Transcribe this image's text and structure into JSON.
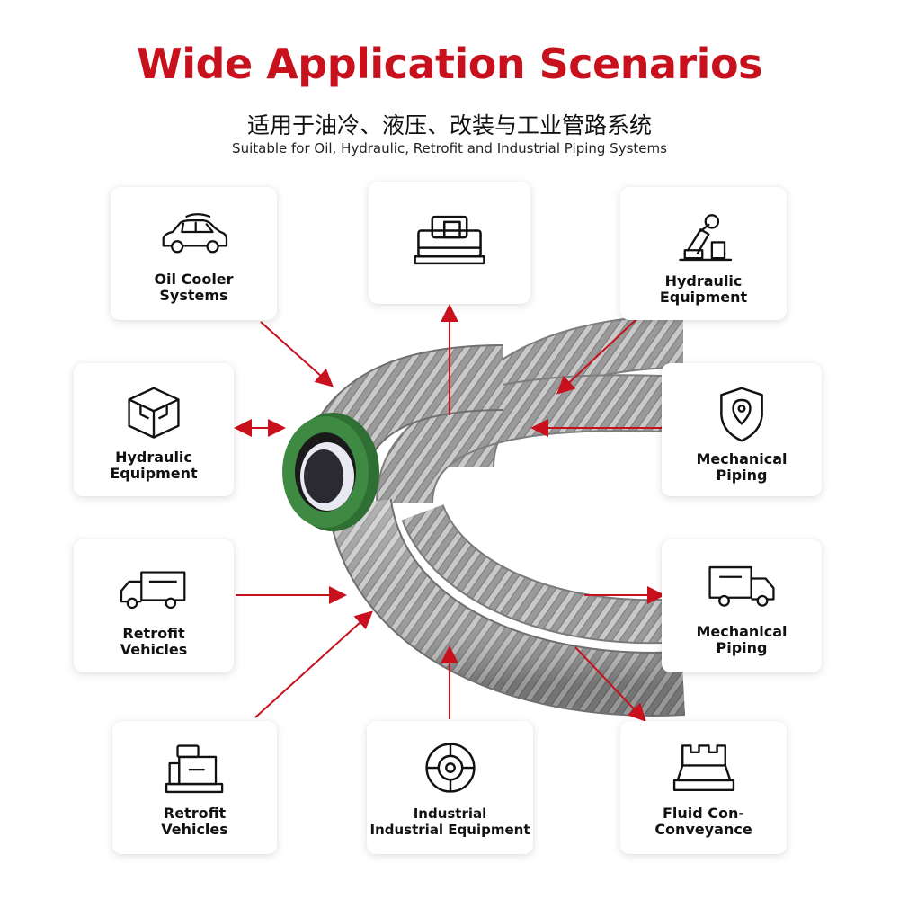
{
  "header": {
    "title": "Wide Application Scenarios",
    "subtitle_cn": "适用于油冷、液压、改装与工业管路系统",
    "subtitle_en": "Suitable for Oil, Hydraulic, Retrofit and Industrial Piping Systems"
  },
  "colors": {
    "accent": "#c8111c",
    "arrow": "#c8111c",
    "hose_jacket": "#3f8a43"
  },
  "cards": [
    {
      "id": "top-left",
      "icon": "car-icon",
      "line1": "Oil Cooler",
      "line2": "Systems"
    },
    {
      "id": "top-center",
      "icon": "machine-icon",
      "line1": "",
      "line2": ""
    },
    {
      "id": "top-right",
      "icon": "robot-arm-wrench-icon",
      "line1": "Hydraulic",
      "line2": "Equipment"
    },
    {
      "id": "mid-left",
      "icon": "cube-icon",
      "line1": "Hydraulic",
      "line2": "Equipment"
    },
    {
      "id": "mid-right",
      "icon": "shield-pin-icon",
      "line1": "Mechanical",
      "line2": "Piping"
    },
    {
      "id": "lower-left",
      "icon": "truck-icon",
      "line1": "Retrofit",
      "line2": "Vehicles"
    },
    {
      "id": "lower-right",
      "icon": "truck-icon",
      "line1": "Mechanical",
      "line2": "Piping"
    },
    {
      "id": "bottom-left",
      "icon": "equipment-block-icon",
      "line1": "Retrofit",
      "line2": "Vehicles"
    },
    {
      "id": "bottom-center",
      "icon": "target-gear-icon",
      "line1": "Industrial",
      "line2": "Industrial Equipment"
    },
    {
      "id": "bottom-right",
      "icon": "fitting-icon",
      "line1": "Fluid Con-",
      "line2": "Conveyance"
    }
  ]
}
